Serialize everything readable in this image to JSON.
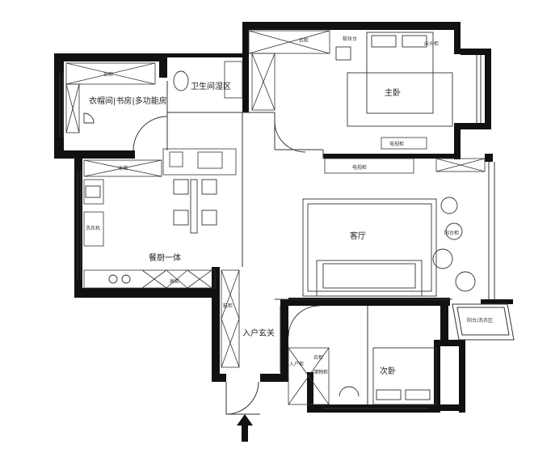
{
  "rooms": {
    "cloakroom_study": "衣帽间|书房|多功能房",
    "bathroom": "卫生间湿区",
    "master_bedroom": "主卧",
    "living_room": "客厅",
    "dining_kitchen": "餐厨一体",
    "entrance": "入户玄关",
    "second_bedroom": "次卧"
  },
  "furniture_labels": {
    "wardrobe_study": "衣柜",
    "wardrobe_master": "衣柜",
    "dressing_table": "梳妆台",
    "bedside": "床头柜",
    "tv_cabinet_master": "电视柜",
    "tv_cabinet_living": "电视柜",
    "fridge": "冰箱",
    "washing_machine": "洗衣机",
    "tall_cabinet": "高柜",
    "shoe_cabinet": "鞋柜",
    "entry_cabinet": "入户柜",
    "storage_cabinet": "储物柜",
    "wardrobe_second": "衣柜",
    "balcony_cabinet": "阳台柜",
    "laundry_balcony": "阳台/洗衣区"
  },
  "colors": {
    "wall": "#111111",
    "line": "#333333",
    "watermark": "#e6e6e6"
  },
  "icons": {
    "entrance": "arrow-up-icon"
  }
}
